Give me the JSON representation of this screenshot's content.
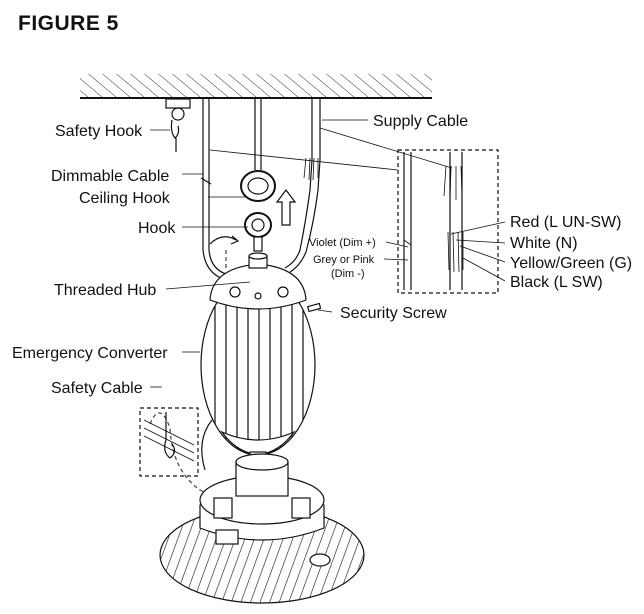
{
  "figure": {
    "title": "FIGURE 5"
  },
  "labels": {
    "safety_hook": "Safety Hook",
    "dimmable_cable": "Dimmable Cable",
    "ceiling_hook": "Ceiling Hook",
    "hook": "Hook",
    "threaded_hub": "Threaded Hub",
    "emergency_converter": "Emergency Converter",
    "safety_cable": "Safety Cable",
    "supply_cable": "Supply Cable",
    "security_screw": "Security Screw",
    "violet": "Violet (Dim +)",
    "grey_pink": "Grey or Pink",
    "dim_minus": "(Dim -)",
    "red": "Red (L UN-SW)",
    "white": "White (N)",
    "yellow_green": "Yellow/Green (G)",
    "black": "Black (L SW)"
  }
}
